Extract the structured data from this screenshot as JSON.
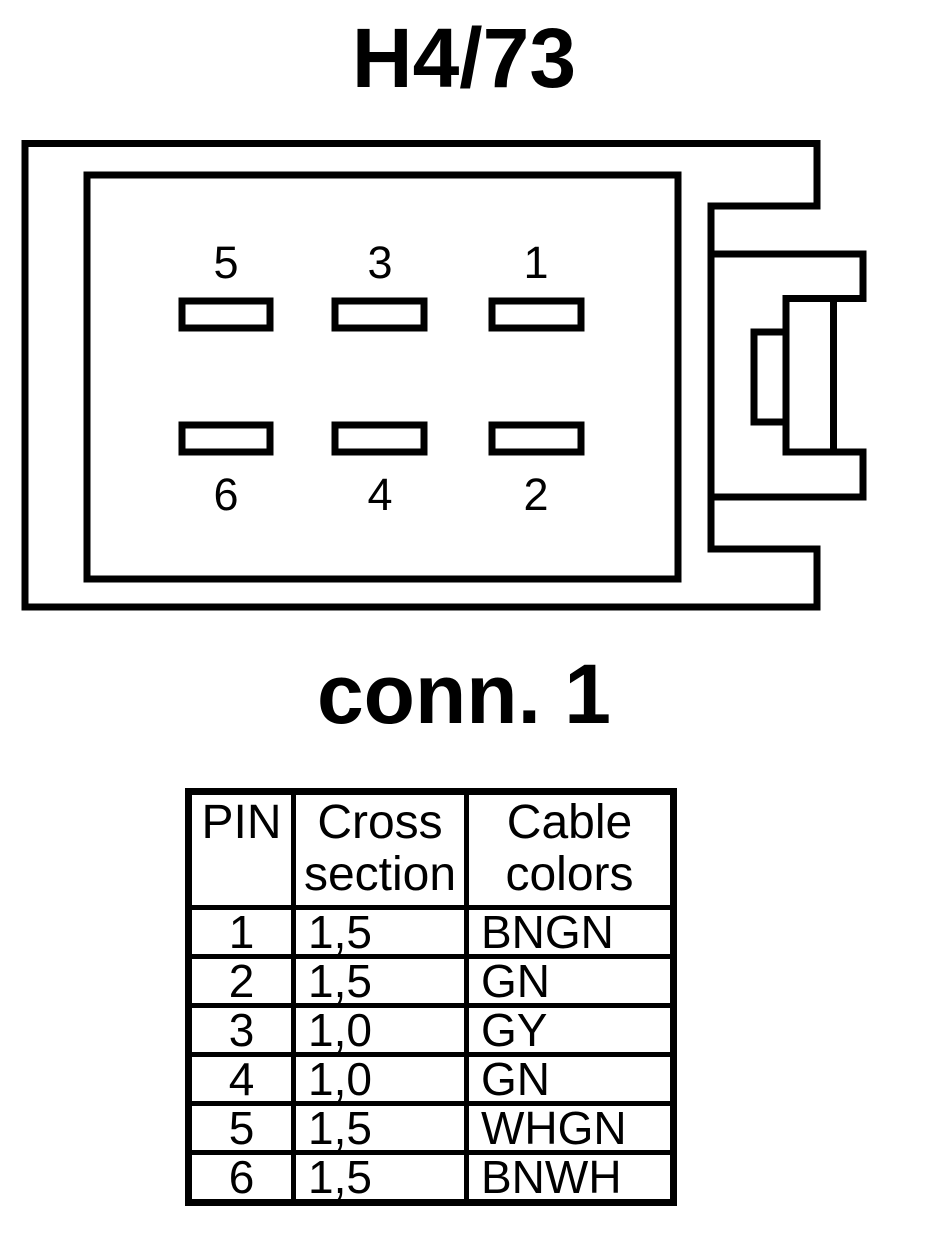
{
  "titles": {
    "connector_id": "H4/73",
    "connector_name": "conn. 1"
  },
  "connector": {
    "pin_labels_top": [
      "5",
      "3",
      "1"
    ],
    "pin_labels_bottom": [
      "6",
      "4",
      "2"
    ]
  },
  "table": {
    "headers": [
      "PIN",
      "Cross section",
      "Cable colors"
    ],
    "rows": [
      {
        "pin": "1",
        "cross_section": "1,5",
        "cable_colors": "BNGN"
      },
      {
        "pin": "2",
        "cross_section": "1,5",
        "cable_colors": "GN"
      },
      {
        "pin": "3",
        "cross_section": "1,0",
        "cable_colors": "GY"
      },
      {
        "pin": "4",
        "cross_section": "1,0",
        "cable_colors": "GN"
      },
      {
        "pin": "5",
        "cross_section": "1,5",
        "cable_colors": "WHGN"
      },
      {
        "pin": "6",
        "cross_section": "1,5",
        "cable_colors": "BNWH"
      }
    ]
  },
  "colors": {
    "line": "#000000",
    "background": "#ffffff"
  }
}
